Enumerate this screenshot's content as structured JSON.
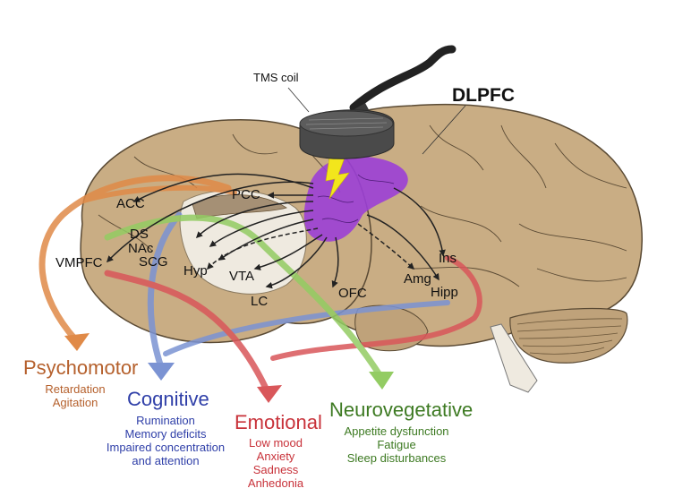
{
  "figure": {
    "coil_label": "TMS coil",
    "target_label": "DLPFC",
    "colors": {
      "brain": "#c9ad84",
      "brain_outline": "#5a4a34",
      "medial": "#efeae0",
      "target": "#9b3fd6",
      "bolt": "#f2e61c",
      "coil": "#4a4a4a",
      "psychomotor": "#e08a48",
      "cognitive": "#7b93d3",
      "emotional": "#d9575a",
      "neurovegetative": "#93cc63"
    },
    "regions": [
      {
        "id": "acc",
        "label": "ACC"
      },
      {
        "id": "pcc",
        "label": "PCC"
      },
      {
        "id": "ds",
        "label": "DS"
      },
      {
        "id": "nac",
        "label": "NAc"
      },
      {
        "id": "scg",
        "label": "SCG"
      },
      {
        "id": "vmpfc",
        "label": "VMPFC"
      },
      {
        "id": "hyp",
        "label": "Hyp"
      },
      {
        "id": "vta",
        "label": "VTA"
      },
      {
        "id": "lc",
        "label": "LC"
      },
      {
        "id": "ofc",
        "label": "OFC"
      },
      {
        "id": "amg",
        "label": "Amg"
      },
      {
        "id": "hipp",
        "label": "Hipp"
      },
      {
        "id": "ins",
        "label": "Ins"
      }
    ],
    "categories": [
      {
        "id": "psychomotor",
        "title": "Psychomotor",
        "color": "#b5602c",
        "items": [
          "Retardation",
          "Agitation"
        ]
      },
      {
        "id": "cognitive",
        "title": "Cognitive",
        "color": "#2f3fa8",
        "items": [
          "Rumination",
          "Memory deficits",
          "Impaired concentration",
          "and attention"
        ]
      },
      {
        "id": "emotional",
        "title": "Emotional",
        "color": "#c8323a",
        "items": [
          "Low mood",
          "Anxiety",
          "Sadness",
          "Anhedonia"
        ]
      },
      {
        "id": "neurovegetative",
        "title": "Neurovegetative",
        "color": "#3d7a22",
        "items": [
          "Appetite dysfunction",
          "Fatigue",
          "Sleep disturbances"
        ]
      }
    ]
  }
}
